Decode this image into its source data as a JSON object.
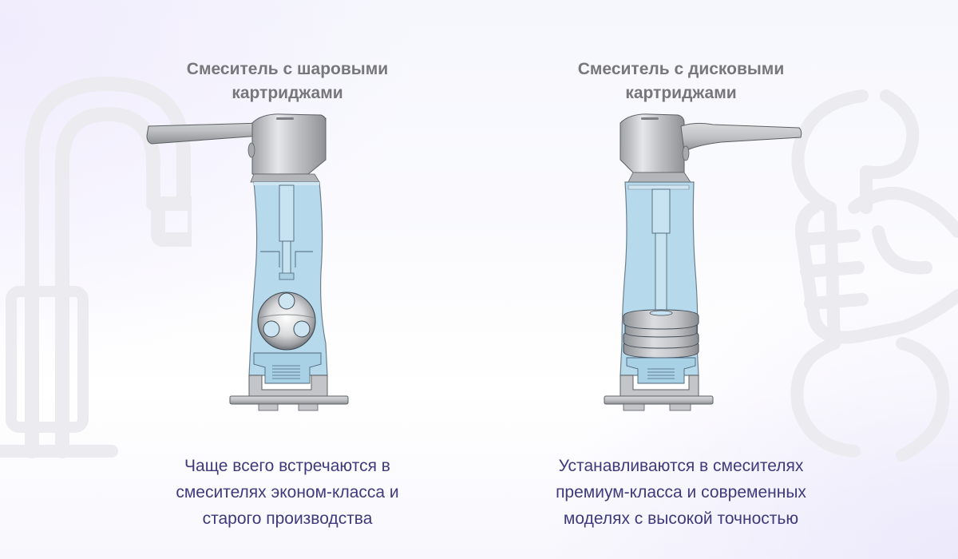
{
  "background": {
    "icons": [
      "faucet-outline-icon",
      "hand-wrench-outline-icon"
    ],
    "colors": {
      "base": "#ffffff",
      "tint": "#f1ecfd",
      "icon_stroke": "#e8e8ee"
    }
  },
  "panels": [
    {
      "id": "ball-cartridge",
      "title": [
        "Смеситель с шаровыми",
        "картриджами"
      ],
      "illustration": "ball-cartridge-faucet-cross-section",
      "description": [
        "Чаще всего встречаются в",
        "смесителях эконом-класса и",
        "старого производства"
      ]
    },
    {
      "id": "disc-cartridge",
      "title": [
        "Смеситель с дисковыми",
        "картриджами"
      ],
      "illustration": "disc-cartridge-faucet-cross-section",
      "description": [
        "Устанавливаются в смесителях",
        "премиум-класса и современных",
        "моделях с высокой точностью"
      ]
    }
  ],
  "colors": {
    "title": "#77777b",
    "description": "#3f3a7c",
    "water_blue": "#b9dcef",
    "metal": "#c4c5c8",
    "outline": "#3a4a58"
  }
}
